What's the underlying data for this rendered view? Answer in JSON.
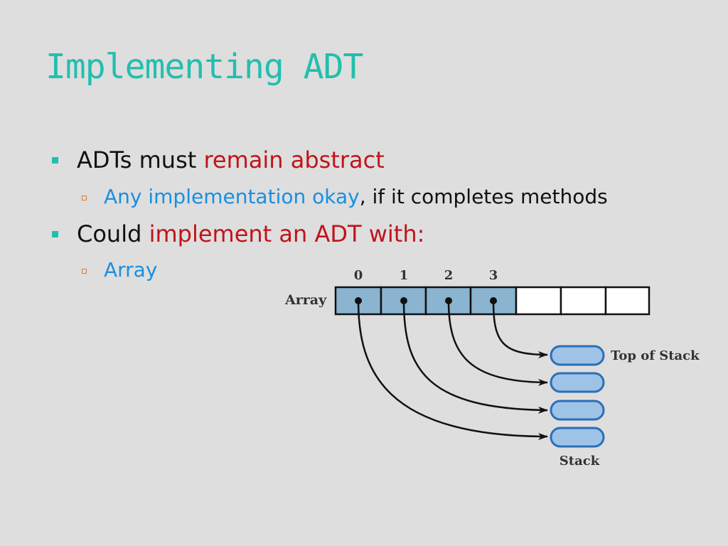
{
  "slide": {
    "title": "Implementing ADT",
    "bullets": [
      {
        "prefix": "ADTs must ",
        "highlight": "remain abstract",
        "sub": {
          "highlight": "Any implementation okay",
          "suffix": ", if it completes methods"
        }
      },
      {
        "prefix": "Could ",
        "highlight": "implement an ADT with:",
        "sub": {
          "highlight": "Array",
          "suffix": ""
        }
      }
    ]
  },
  "diagram": {
    "array_label": "Array",
    "indices": [
      "0",
      "1",
      "2",
      "3"
    ],
    "top_label": "Top of Stack",
    "stack_label": "Stack"
  },
  "colors": {
    "title": "#22bfae",
    "highlight_red": "#c0141a",
    "highlight_blue": "#1a8fe0",
    "filled_cell": "#8ab4d0",
    "stack_node_fill": "#9ec3e6",
    "stack_node_border": "#2a6fb8"
  }
}
